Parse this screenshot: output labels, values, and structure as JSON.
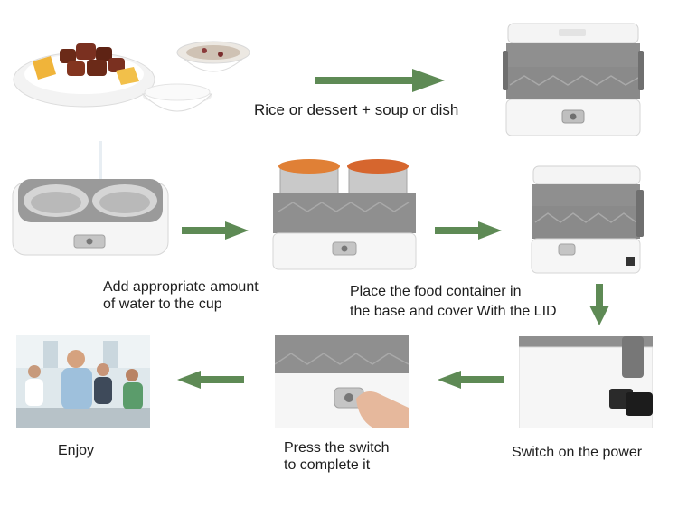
{
  "steps": {
    "intro": "Rice or dessert + soup or dish",
    "add_water": [
      "Add appropriate amount",
      "of water to the cup"
    ],
    "place_food": [
      "Place the food container in",
      "the base and cover With the LID"
    ],
    "power": "Switch on the power",
    "press_switch": [
      "Press the switch",
      "to complete it"
    ],
    "enjoy": "Enjoy"
  },
  "colors": {
    "arrow": "#5e8a55",
    "device_gray": "#8f8f8f",
    "device_white": "#f4f4f4"
  },
  "icons": [
    "arrow-right-icon",
    "arrow-down-icon",
    "arrow-left-icon"
  ]
}
